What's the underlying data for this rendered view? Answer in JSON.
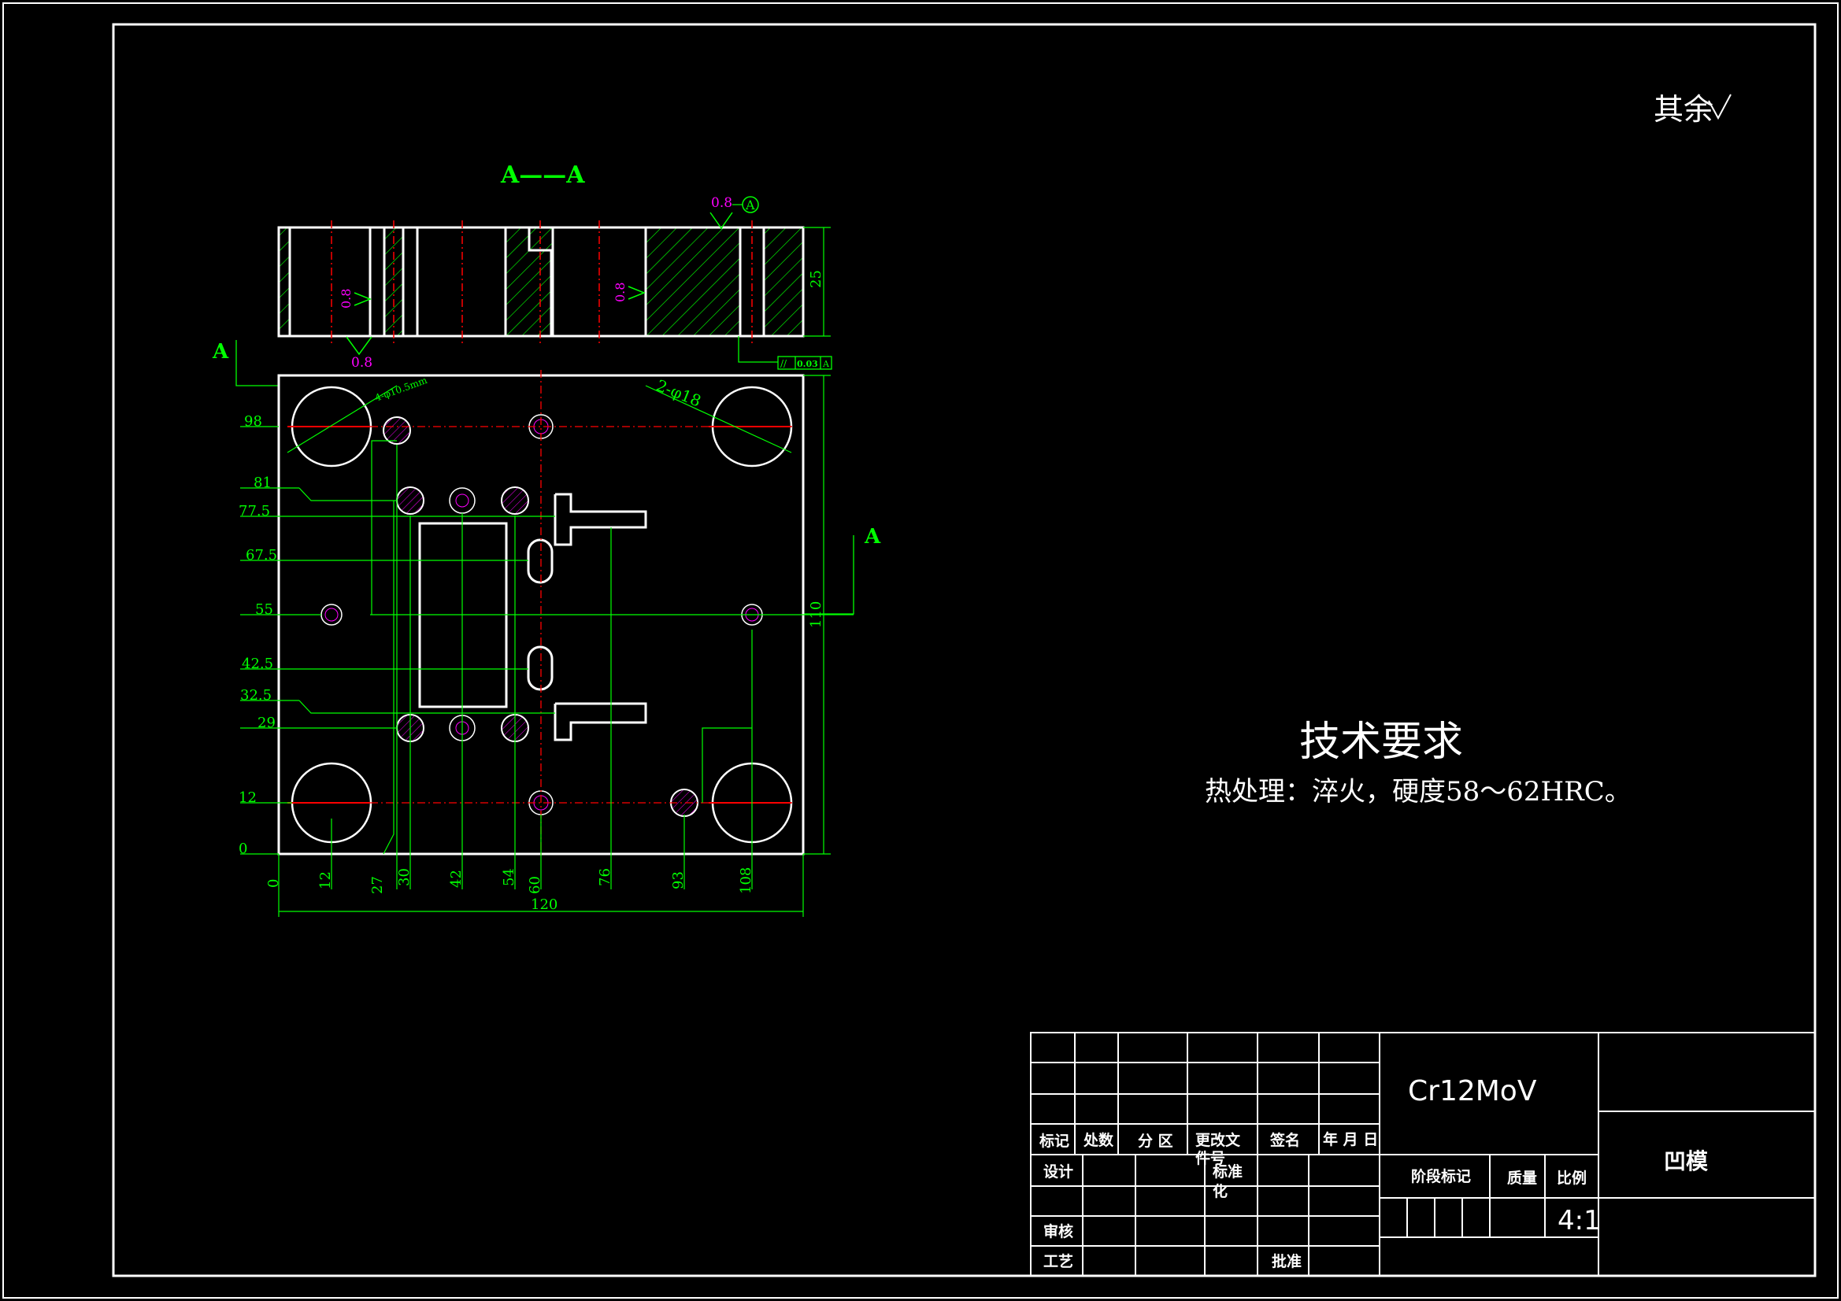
{
  "view_label_top": "A——A",
  "view_label_side": "A",
  "surface_finish_general": "其余",
  "surface_finish_value": "0.8",
  "datum_label": "A",
  "tolerance_frame": {
    "symbol": "//",
    "value": "0.03",
    "datum": "A"
  },
  "section_height": "25",
  "hole_note_small": "4-φ10.5mm",
  "hole_note_large": "2-φ18",
  "dims_y": [
    "98",
    "81",
    "77.5",
    "67.5",
    "55",
    "42.5",
    "32.5",
    "29",
    "12",
    "0"
  ],
  "dims_x": [
    "0",
    "12",
    "27",
    "30",
    "42",
    "54",
    "60",
    "76",
    "93",
    "108"
  ],
  "dim_width": "120",
  "dim_height": "110",
  "tech_req_title": "技术要求",
  "tech_req_text": "热处理：淬火，硬度58～62HRC。",
  "title_block": {
    "material": "Cr12MoV",
    "part_name": "凹模",
    "scale": "4:1",
    "labels": {
      "mark": "标记",
      "count": "处数",
      "zone": "分 区",
      "change_doc_1": "更改文",
      "change_doc_2": "件号",
      "signature": "签名",
      "date": "年 月 日",
      "design": "设计",
      "standard_1": "标准",
      "standard_2": "化",
      "review": "审核",
      "process": "工艺",
      "approve": "批准",
      "stage": "阶段标记",
      "mass": "质量",
      "ratio": "比例"
    }
  }
}
